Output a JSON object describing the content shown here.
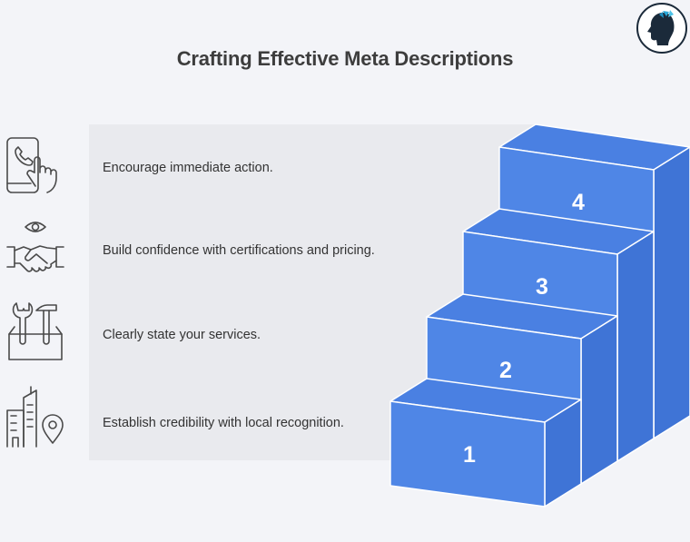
{
  "title": "Crafting Effective Meta Descriptions",
  "steps": [
    {
      "number": "1",
      "label": "Establish credibility with local recognition.",
      "icon": "building-location-icon"
    },
    {
      "number": "2",
      "label": "Clearly state your services.",
      "icon": "toolbox-icon"
    },
    {
      "number": "3",
      "label": "Build confidence with certifications and pricing.",
      "icon": "handshake-eye-icon"
    },
    {
      "number": "4",
      "label": "Encourage immediate action.",
      "icon": "phone-tap-icon"
    }
  ],
  "colors": {
    "step_front": "#4f86e6",
    "step_top": "#4a80e2",
    "step_side": "#3f74d6",
    "step_edge": "#ffffff",
    "panel": "#e9eaee",
    "background": "#f3f4f8"
  }
}
